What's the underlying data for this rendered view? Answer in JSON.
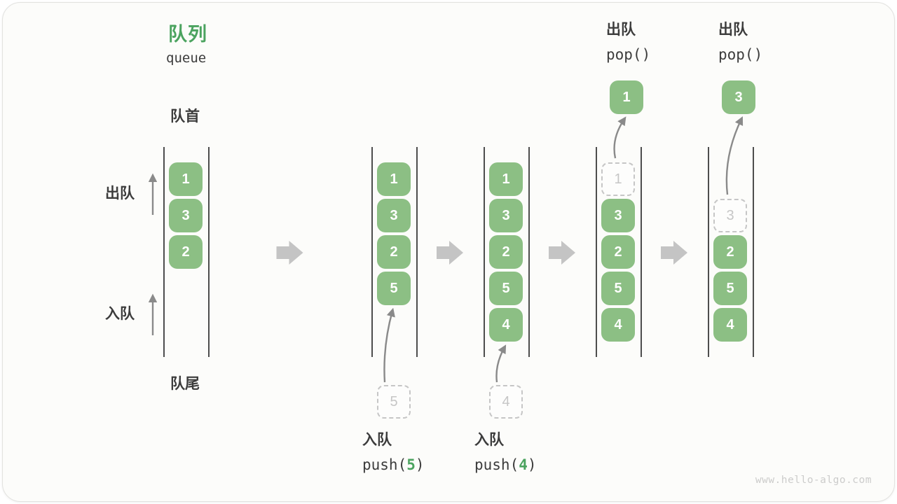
{
  "figure": {
    "watermark": "www.hello-algo.com"
  },
  "title": {
    "heading": "队列",
    "subheading": "queue"
  },
  "side_labels": {
    "front": "队首",
    "rear": "队尾",
    "dequeue": "出队",
    "enqueue": "入队"
  },
  "colors": {
    "accent_green": "#4BA35F",
    "box_green": "#8CBF84",
    "box_text": "#FFFFFF",
    "dashed_border": "#C6C6C6",
    "dashed_text": "#C6C6C6",
    "line": "#4D4D4D",
    "arrow": "#8A8A8A",
    "block_arrow": "#C4C4C4",
    "text_dark": "#3C3C3C",
    "watermark": "#CCCCCB",
    "bg_card": "#FCFCFA",
    "card_border": "#E2E2DF",
    "bg_dashed": "#FDFDFC"
  },
  "states": [
    {
      "name": "initial-queue",
      "boxes": [
        {
          "value": "1",
          "slot": 0,
          "style": "solid"
        },
        {
          "value": "3",
          "slot": 1,
          "style": "solid"
        },
        {
          "value": "2",
          "slot": 2,
          "style": "solid"
        }
      ]
    },
    {
      "name": "after-push-5",
      "boxes": [
        {
          "value": "1",
          "slot": 0,
          "style": "solid"
        },
        {
          "value": "3",
          "slot": 1,
          "style": "solid"
        },
        {
          "value": "2",
          "slot": 2,
          "style": "solid"
        },
        {
          "value": "5",
          "slot": 3,
          "style": "solid"
        }
      ],
      "staging_box": {
        "value": "5",
        "style": "dashed"
      },
      "operation": {
        "position": "below",
        "label": "入队",
        "code_pre": "push(",
        "code_arg": "5",
        "code_post": ")"
      },
      "arrow": {
        "from": "staging",
        "to_slot": 3
      }
    },
    {
      "name": "after-push-4",
      "boxes": [
        {
          "value": "1",
          "slot": 0,
          "style": "solid"
        },
        {
          "value": "3",
          "slot": 1,
          "style": "solid"
        },
        {
          "value": "2",
          "slot": 2,
          "style": "solid"
        },
        {
          "value": "5",
          "slot": 3,
          "style": "solid"
        },
        {
          "value": "4",
          "slot": 4,
          "style": "solid"
        }
      ],
      "staging_box": {
        "value": "4",
        "style": "dashed"
      },
      "operation": {
        "position": "below",
        "label": "入队",
        "code_pre": "push(",
        "code_arg": "4",
        "code_post": ")"
      },
      "arrow": {
        "from": "staging",
        "to_slot": 4
      }
    },
    {
      "name": "after-pop-1",
      "boxes": [
        {
          "value": "1",
          "slot": 0,
          "style": "dashed"
        },
        {
          "value": "3",
          "slot": 1,
          "style": "solid"
        },
        {
          "value": "2",
          "slot": 2,
          "style": "solid"
        },
        {
          "value": "5",
          "slot": 3,
          "style": "solid"
        },
        {
          "value": "4",
          "slot": 4,
          "style": "solid"
        }
      ],
      "popped_box": {
        "value": "1",
        "style": "solid"
      },
      "operation": {
        "position": "above",
        "label": "出队",
        "code_pre": "pop()",
        "code_arg": "",
        "code_post": ""
      },
      "arrow": {
        "from_slot": 0,
        "to": "popped"
      }
    },
    {
      "name": "after-pop-3",
      "boxes": [
        {
          "value": "3",
          "slot": 1,
          "style": "dashed"
        },
        {
          "value": "2",
          "slot": 2,
          "style": "solid"
        },
        {
          "value": "5",
          "slot": 3,
          "style": "solid"
        },
        {
          "value": "4",
          "slot": 4,
          "style": "solid"
        }
      ],
      "popped_box": {
        "value": "3",
        "style": "solid"
      },
      "operation": {
        "position": "above",
        "label": "出队",
        "code_pre": "pop()",
        "code_arg": "",
        "code_post": ""
      },
      "arrow": {
        "from_slot": 1,
        "to": "popped"
      }
    }
  ]
}
